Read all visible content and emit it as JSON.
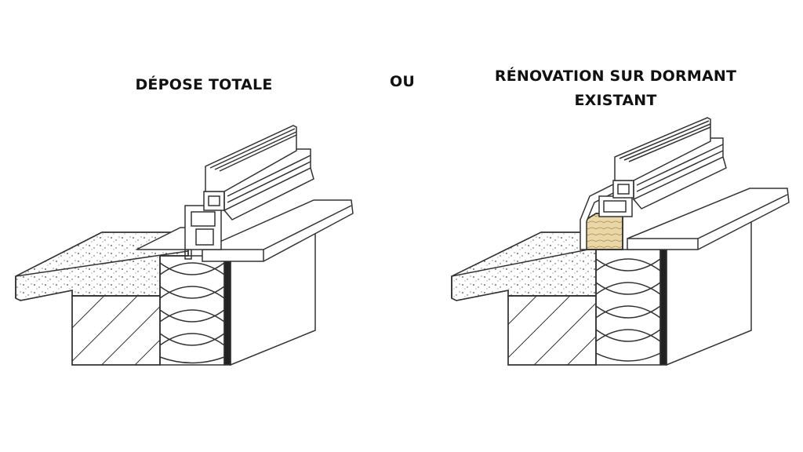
{
  "labels": {
    "left_title": "DÉPOSE TOTALE",
    "separator": "OU",
    "right_title_line1": "RÉNOVATION SUR DORMANT",
    "right_title_line2": "EXISTANT"
  },
  "colors": {
    "line": "#333333",
    "wood_fill": "#e9d7a8"
  },
  "icons": {
    "left_section": "window-sill-total-removal-drawing",
    "right_section": "window-sill-renovation-drawing"
  }
}
